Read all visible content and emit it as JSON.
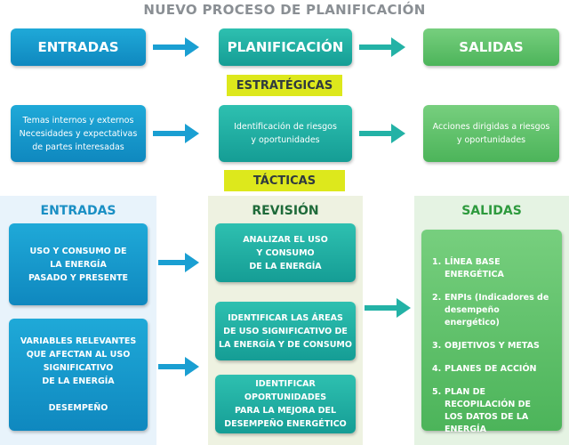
{
  "title": "NUEVO PROCESO DE PLANIFICACIÓN",
  "top_row": {
    "entradas": "ENTRADAS",
    "planificacion": "PLANIFICACIÓN",
    "salidas": "SALIDAS"
  },
  "estrategicas": {
    "tag": "ESTRATÉGICAS",
    "input_lines": [
      "Temas internos y externos",
      "Necesidades y expectativas",
      "de partes interesadas"
    ],
    "process_lines": [
      "Identificación de riesgos",
      "y oportunidades"
    ],
    "output_lines": [
      "Acciones dirigidas a riesgos",
      "y oportunidades"
    ]
  },
  "tacticas": {
    "tag": "TÁCTICAS",
    "entradas": {
      "header": "ENTRADAS",
      "box1_lines": [
        "USO Y CONSUMO DE",
        "LA ENERGÍA",
        "PASADO Y PRESENTE"
      ],
      "box2_lines": [
        "VARIABLES RELEVANTES",
        "QUE AFECTAN AL USO",
        "SIGNIFICATIVO",
        "DE LA ENERGÍA",
        "",
        "DESEMPEÑO"
      ]
    },
    "revision": {
      "header": "REVISIÓN",
      "box1_lines": [
        "ANALIZAR EL USO",
        "Y CONSUMO",
        "DE LA ENERGÍA"
      ],
      "box2_lines": [
        "IDENTIFICAR LAS ÁREAS",
        "DE USO SIGNIFICATIVO DE",
        "LA ENERGÍA Y DE CONSUMO"
      ],
      "box3_lines": [
        "IDENTIFICAR OPORTUNIDADES",
        "PARA LA MEJORA DEL",
        "DESEMPEÑO ENERGÉTICO"
      ]
    },
    "salidas": {
      "header": "SALIDAS",
      "items": [
        {
          "num": "1.",
          "lines": [
            "LÍNEA BASE ENERGÉTICA"
          ]
        },
        {
          "num": "2.",
          "lines": [
            "ENPIs (Indicadores de",
            "desempeño energético)"
          ]
        },
        {
          "num": "3.",
          "lines": [
            "OBJETIVOS Y METAS"
          ]
        },
        {
          "num": "4.",
          "lines": [
            "PLANES DE ACCIÓN"
          ]
        },
        {
          "num": "5.",
          "lines": [
            "PLAN DE RECOPILACIÓN DE",
            "LOS DATOS DE LA ENERGÍA"
          ]
        }
      ]
    }
  },
  "colors": {
    "blue": "#1a9fd2",
    "teal": "#23b2a6",
    "green": "#5fc26a",
    "tag_yellow": "#dde81c",
    "title_gray": "#8a8f94"
  }
}
